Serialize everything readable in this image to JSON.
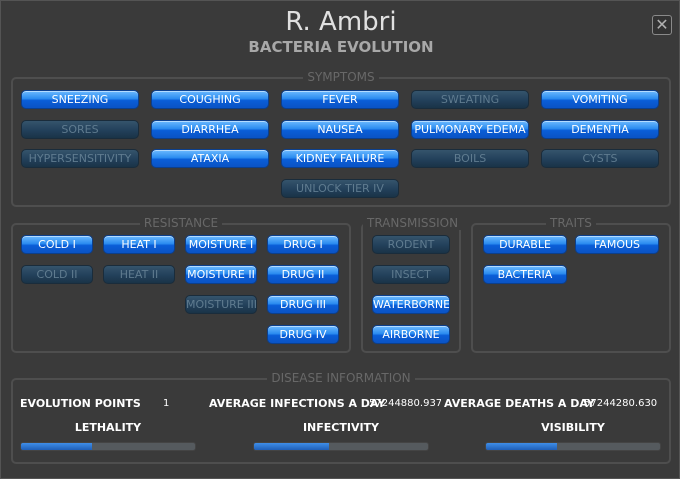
{
  "header": {
    "title": "R. Ambri",
    "subtitle": "BACTERIA EVOLUTION",
    "close_glyph": "✕"
  },
  "symptoms": {
    "title": "SYMPTOMS",
    "items": [
      {
        "label": "SNEEZING",
        "active": true
      },
      {
        "label": "COUGHING",
        "active": true
      },
      {
        "label": "FEVER",
        "active": true
      },
      {
        "label": "SWEATING",
        "active": false
      },
      {
        "label": "VOMITING",
        "active": true
      },
      {
        "label": "SORES",
        "active": false
      },
      {
        "label": "DIARRHEA",
        "active": true
      },
      {
        "label": "NAUSEA",
        "active": true
      },
      {
        "label": "PULMONARY EDEMA",
        "active": true
      },
      {
        "label": "DEMENTIA",
        "active": true
      },
      {
        "label": "HYPERSENSITIVITY",
        "active": false
      },
      {
        "label": "ATAXIA",
        "active": true
      },
      {
        "label": "KIDNEY FAILURE",
        "active": true
      },
      {
        "label": "BOILS",
        "active": false
      },
      {
        "label": "CYSTS",
        "active": false
      },
      {
        "label": "UNLOCK TIER IV",
        "active": false
      }
    ]
  },
  "resistance": {
    "title": "RESISTANCE",
    "items": [
      {
        "label": "COLD I",
        "active": true
      },
      {
        "label": "HEAT I",
        "active": true
      },
      {
        "label": "MOISTURE I",
        "active": true
      },
      {
        "label": "DRUG I",
        "active": true
      },
      {
        "label": "COLD II",
        "active": false
      },
      {
        "label": "HEAT II",
        "active": false
      },
      {
        "label": "MOISTURE II",
        "active": true
      },
      {
        "label": "DRUG II",
        "active": true
      },
      {
        "label": "MOISTURE III",
        "active": false
      },
      {
        "label": "DRUG III",
        "active": true
      },
      {
        "label": "DRUG IV",
        "active": true
      }
    ]
  },
  "transmission": {
    "title": "TRANSMISSION",
    "items": [
      {
        "label": "RODENT",
        "active": false
      },
      {
        "label": "INSECT",
        "active": false
      },
      {
        "label": "WATERBORNE",
        "active": true
      },
      {
        "label": "AIRBORNE",
        "active": true
      }
    ]
  },
  "traits": {
    "title": "TRAITS",
    "items": [
      {
        "label": "DURABLE",
        "active": true
      },
      {
        "label": "FAMOUS",
        "active": true
      },
      {
        "label": "BACTERIA",
        "active": true
      }
    ]
  },
  "disease_info": {
    "title": "DISEASE INFORMATION",
    "evolution_points_label": "EVOLUTION POINTS",
    "evolution_points_value": "1",
    "avg_infections_label": "AVERAGE INFECTIONS A DAY",
    "avg_infections_value": "57244880.9378",
    "avg_deaths_label": "AVERAGE DEATHS A DAY",
    "avg_deaths_value": "57244280.6301",
    "lethality_label": "LETHALITY",
    "lethality_fraction": 0.41,
    "infectivity_label": "INFECTIVITY",
    "infectivity_fraction": 0.43,
    "visibility_label": "VISIBILITY",
    "visibility_fraction": 0.41
  },
  "colors": {
    "active_button": "#1a6fe0",
    "inactive_button": "#22405a",
    "meter_fill": "#2f74d0"
  }
}
